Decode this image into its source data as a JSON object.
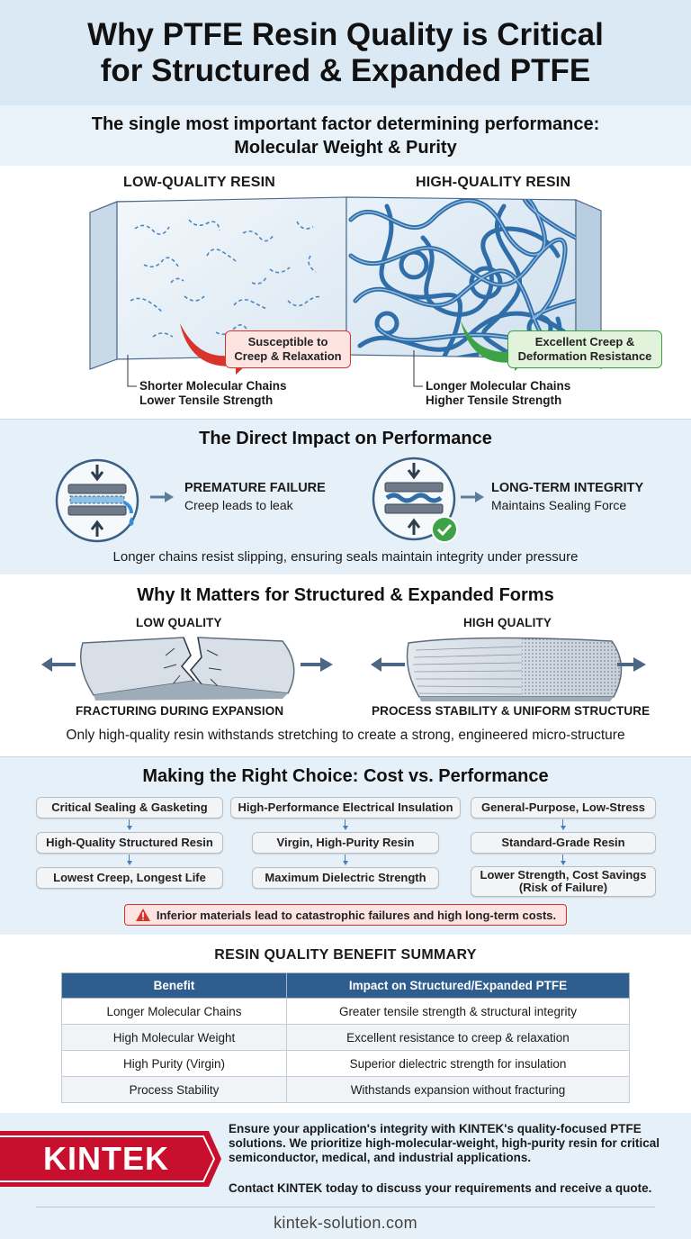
{
  "header": {
    "title_line1": "Why PTFE Resin Quality is Critical",
    "title_line2": "for Structured & Expanded PTFE",
    "subtitle_line1": "The single most important factor determining performance:",
    "subtitle_line2": "Molecular Weight & Purity"
  },
  "resin": {
    "low_heading": "LOW-QUALITY RESIN",
    "high_heading": "HIGH-QUALITY RESIN",
    "low_callout_line1": "Susceptible to",
    "low_callout_line2": "Creep & Relaxation",
    "high_callout_line1": "Excellent Creep &",
    "high_callout_line2": "Deformation Resistance",
    "low_chain_line1": "Shorter Molecular Chains",
    "low_chain_line2": "Lower Tensile Strength",
    "high_chain_line1": "Longer Molecular Chains",
    "high_chain_line2": "Higher Tensile Strength"
  },
  "impact": {
    "heading": "The Direct Impact on Performance",
    "left_title": "PREMATURE FAILURE",
    "left_sub": "Creep leads to leak",
    "right_title": "LONG-TERM INTEGRITY",
    "right_sub": "Maintains Sealing Force",
    "note": "Longer chains resist slipping, ensuring seals maintain integrity under pressure"
  },
  "forms": {
    "heading": "Why It Matters for Structured & Expanded Forms",
    "low_label": "LOW QUALITY",
    "high_label": "HIGH QUALITY",
    "low_caption": "FRACTURING DURING EXPANSION",
    "high_caption": "PROCESS STABILITY & UNIFORM STRUCTURE",
    "note": "Only high-quality resin withstands stretching to create a strong, engineered micro-structure"
  },
  "choice": {
    "heading": "Making the Right Choice: Cost vs. Performance",
    "columns": [
      {
        "application": "Critical Sealing & Gasketing",
        "resin": "High-Quality Structured Resin",
        "result": "Lowest Creep, Longest Life"
      },
      {
        "application": "High-Performance Electrical Insulation",
        "resin": "Virgin, High-Purity Resin",
        "result": "Maximum Dielectric Strength"
      },
      {
        "application": "General-Purpose, Low-Stress",
        "resin": "Standard-Grade Resin",
        "result_line1": "Lower Strength, Cost Savings",
        "result_line2": "(Risk of Failure)"
      }
    ],
    "warning": "Inferior materials lead to catastrophic failures and high long-term costs."
  },
  "summary": {
    "title": "RESIN QUALITY BENEFIT SUMMARY",
    "headers": [
      "Benefit",
      "Impact on Structured/Expanded PTFE"
    ],
    "rows": [
      [
        "Longer Molecular Chains",
        "Greater tensile strength & structural integrity"
      ],
      [
        "High Molecular Weight",
        "Excellent resistance to creep & relaxation"
      ],
      [
        "High Purity (Virgin)",
        "Superior dielectric strength for insulation"
      ],
      [
        "Process Stability",
        "Withstands expansion without fracturing"
      ]
    ]
  },
  "footer": {
    "logo_text": "KINTEK",
    "paragraph1": "Ensure your application's integrity with KINTEK's quality-focused PTFE solutions. We prioritize high-molecular-weight, high-purity resin for critical semiconductor, medical, and industrial applications.",
    "paragraph2": "Contact KINTEK today to discuss your requirements and receive a quote.",
    "website": "kintek-solution.com"
  },
  "colors": {
    "accent_blue": "#2f5d8e",
    "warning_red": "#d9342b",
    "success_green": "#3b9f3b",
    "band_blue": "#e6f0f8"
  }
}
